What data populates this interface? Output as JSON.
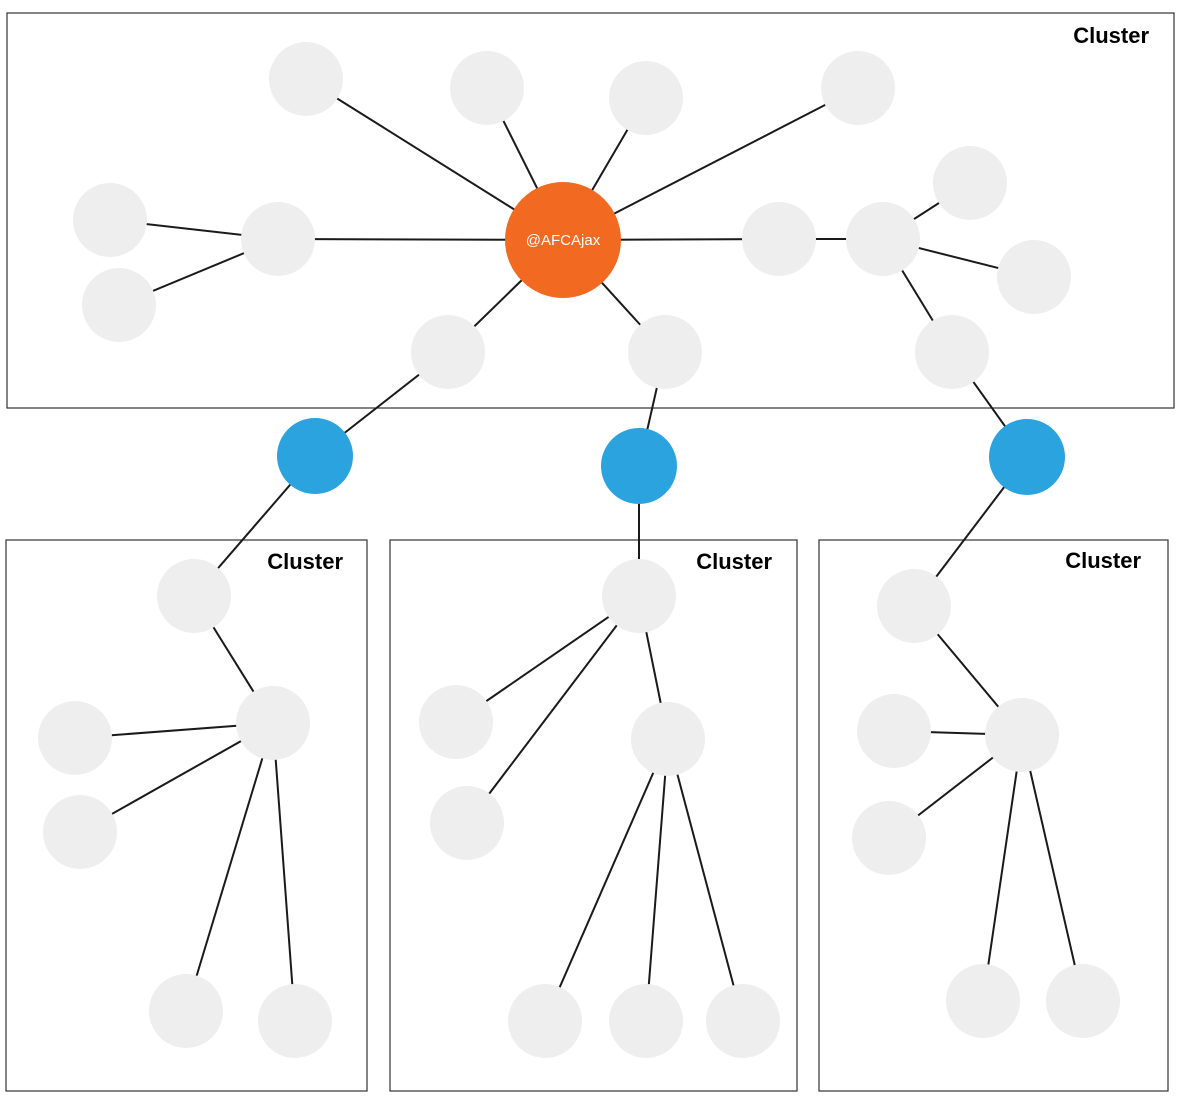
{
  "colors": {
    "node": "#eeeeee",
    "hub": "#f26a21",
    "bridge": "#2aa3df",
    "edge": "#1a1a1a",
    "border": "#333333"
  },
  "hub": {
    "label": "@AFCAjax"
  },
  "clusters": [
    {
      "title": "Cluster"
    },
    {
      "title": "Cluster"
    },
    {
      "title": "Cluster"
    },
    {
      "title": "Cluster"
    }
  ]
}
